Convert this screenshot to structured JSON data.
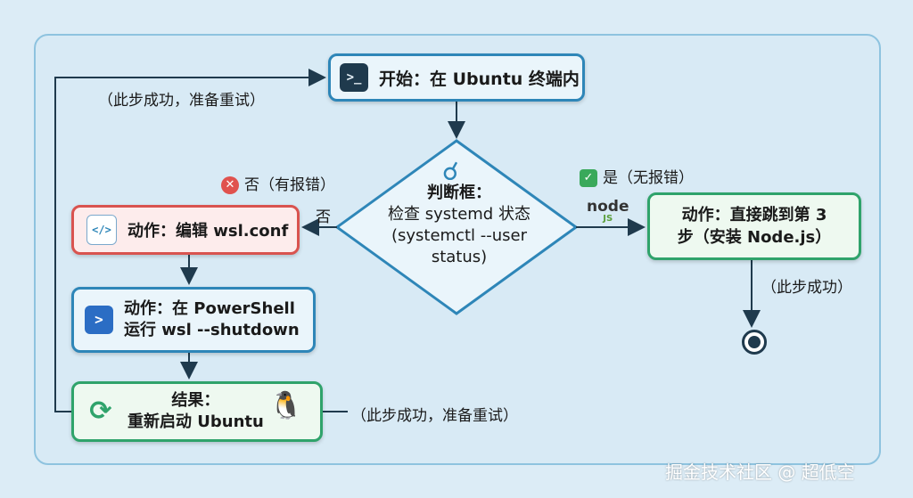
{
  "start": {
    "label": "开始：在 Ubuntu 终端内",
    "icon": "terminal-icon"
  },
  "decision": {
    "title": "判断框：",
    "line1": "检查 systemd 状态",
    "line2": "(systemctl --user",
    "line3": "status)",
    "icon": "magnifier-icon"
  },
  "branch_no": {
    "label": "否（有报错）",
    "short": "否",
    "icon": "error-x-icon"
  },
  "branch_yes": {
    "label": "是（无报错）",
    "icon": "check-icon"
  },
  "node_logo": {
    "text": "node",
    "sub": "JS"
  },
  "action1": {
    "label": "动作：编辑 wsl.conf",
    "icon": "code-file-icon"
  },
  "action2": {
    "line1": "动作：在 PowerShell",
    "line2": "运行 wsl --shutdown",
    "icon": "powershell-icon"
  },
  "result": {
    "line1": "结果：",
    "line2": "重新启动 Ubuntu",
    "icon": "refresh-icon",
    "logo": "tux-icon"
  },
  "green_action": {
    "line1": "动作：直接跳到第 3",
    "line2": "步（安装 Node.js）"
  },
  "loop_label_top": "（此步成功，准备重试）",
  "loop_label_bottom": "（此步成功，准备重试）",
  "success_label": "（此步成功）",
  "watermark": "掘金技术社区 @ 超低空"
}
